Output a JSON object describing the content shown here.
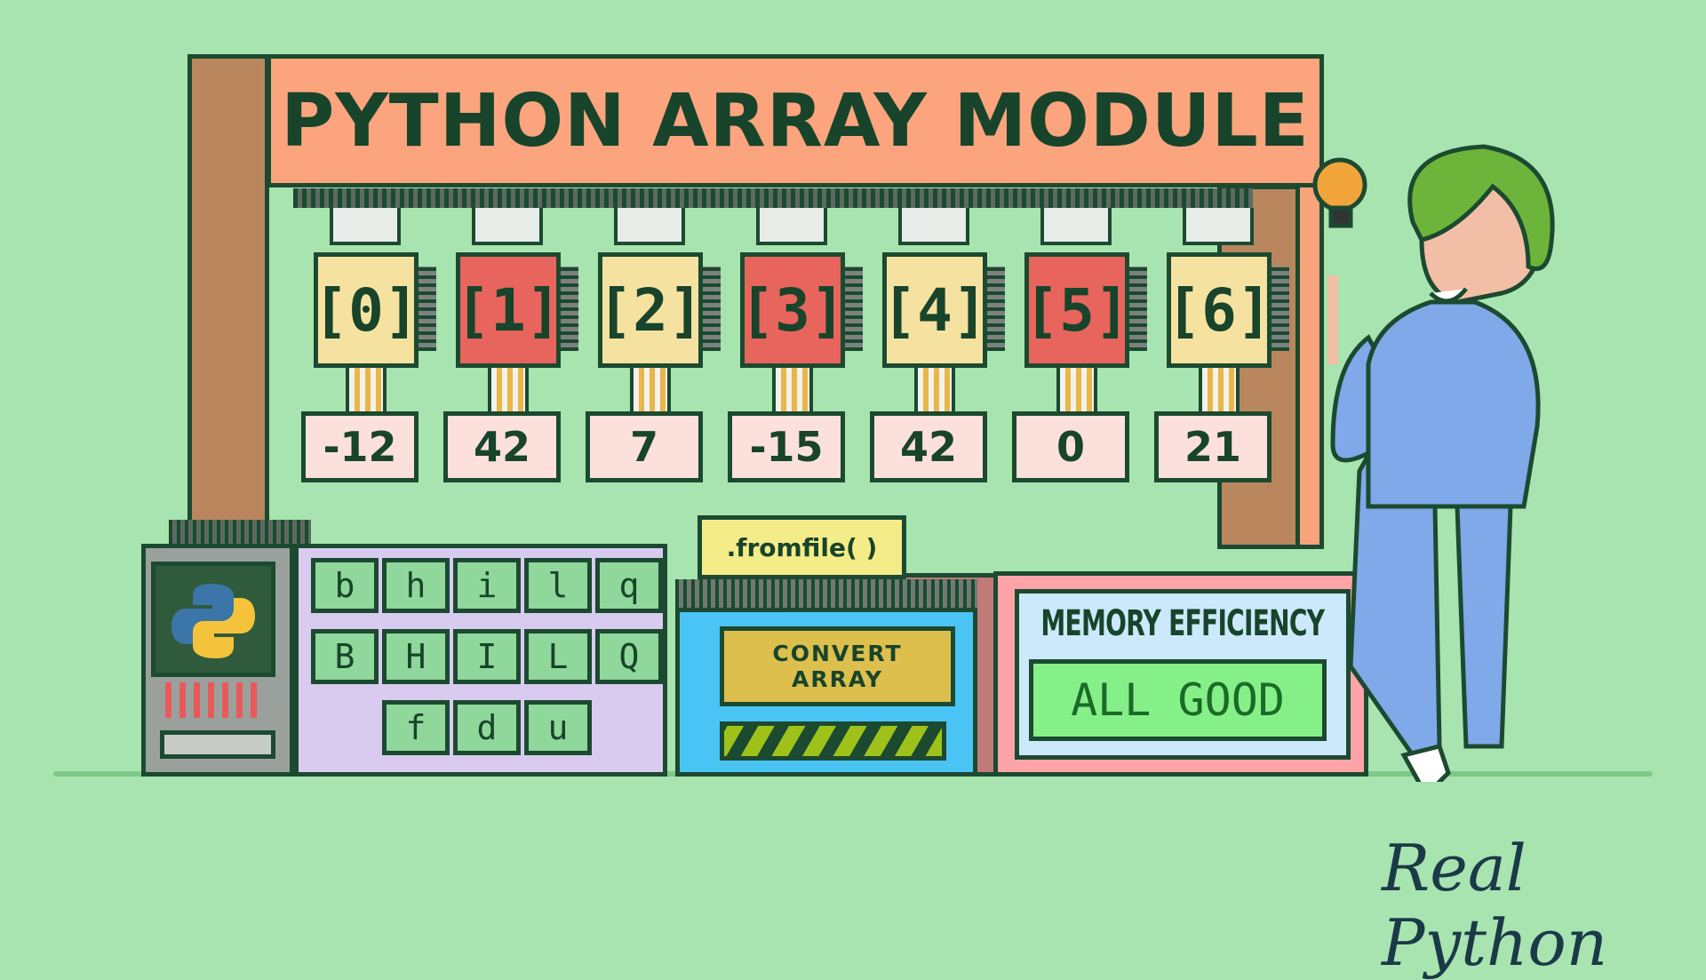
{
  "title": "PYTHON ARRAY MODULE",
  "indices": [
    "[0]",
    "[1]",
    "[2]",
    "[3]",
    "[4]",
    "[5]",
    "[6]"
  ],
  "values": [
    "-12",
    "42",
    "7",
    "-15",
    "42",
    "0",
    "21"
  ],
  "typecodes": {
    "row1": [
      "b",
      "h",
      "i",
      "l",
      "q"
    ],
    "row2": [
      "B",
      "H",
      "I",
      "L",
      "Q"
    ],
    "row3": [
      "f",
      "d",
      "u"
    ]
  },
  "method": ".fromfile( )",
  "convert": {
    "line1": "CONVERT",
    "line2": "ARRAY"
  },
  "memory": {
    "title": "MEMORY EFFICIENCY",
    "status": "ALL GOOD"
  },
  "logo": "Real Python",
  "colors": {
    "background": "#a8e4b0",
    "beam": "#fba47e",
    "outline": "#1b4a30"
  }
}
